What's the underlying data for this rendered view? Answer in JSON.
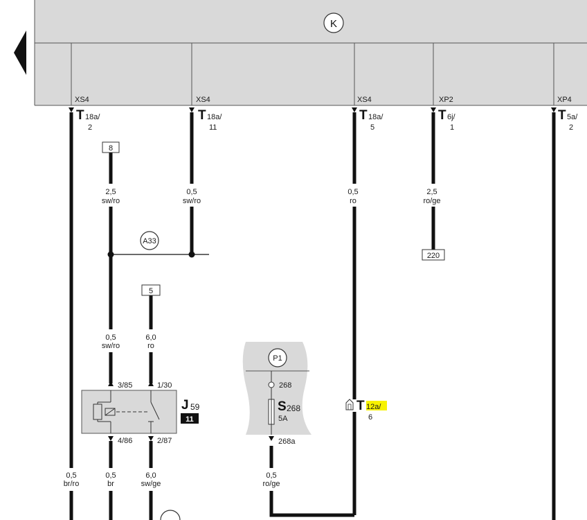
{
  "colors": {
    "panel": "#d9d9d9",
    "wire": "#111111",
    "highlight": "#f7f200",
    "badge_bg": "#111111"
  },
  "ground_symbol": "K",
  "bus_connectors": [
    {
      "plug": "XS4",
      "t": "T",
      "spec": "18a/",
      "pin": "2"
    },
    {
      "plug": "XS4",
      "t": "T",
      "spec": "18a/",
      "pin": "11"
    },
    {
      "plug": "XS4",
      "t": "T",
      "spec": "18a/",
      "pin": "5"
    },
    {
      "plug": "XP2",
      "t": "T",
      "spec": "6j/",
      "pin": "1"
    },
    {
      "plug": "XP4",
      "t": "T",
      "spec": "5a/",
      "pin": "2"
    }
  ],
  "boxes": {
    "b8": "8",
    "b5": "5",
    "b220": "220"
  },
  "wires": [
    {
      "size": "2,5",
      "color": "sw/ro"
    },
    {
      "size": "0,5",
      "color": "sw/ro"
    },
    {
      "size": "0,5",
      "color": "ro"
    },
    {
      "size": "2,5",
      "color": "ro/ge"
    },
    {
      "size": "0,5",
      "color": "sw/ro"
    },
    {
      "size": "6,0",
      "color": "ro"
    },
    {
      "size": "0,5",
      "color": "br/ro"
    },
    {
      "size": "0,5",
      "color": "br"
    },
    {
      "size": "6,0",
      "color": "sw/ge"
    },
    {
      "size": "0,5",
      "color": "ro/ge"
    }
  ],
  "junction": "A33",
  "relay": {
    "letter": "J",
    "number": "59",
    "badge": "11",
    "pins": [
      "3/85",
      "1/30",
      "4/86",
      "2/87"
    ]
  },
  "fuse_box": {
    "label": "P1",
    "in": "268",
    "fuse_letter": "S",
    "fuse_number": "268",
    "rating": "5A",
    "out": "268a"
  },
  "connector_t12": {
    "t": "T",
    "spec": "12a/",
    "pin": "6"
  }
}
